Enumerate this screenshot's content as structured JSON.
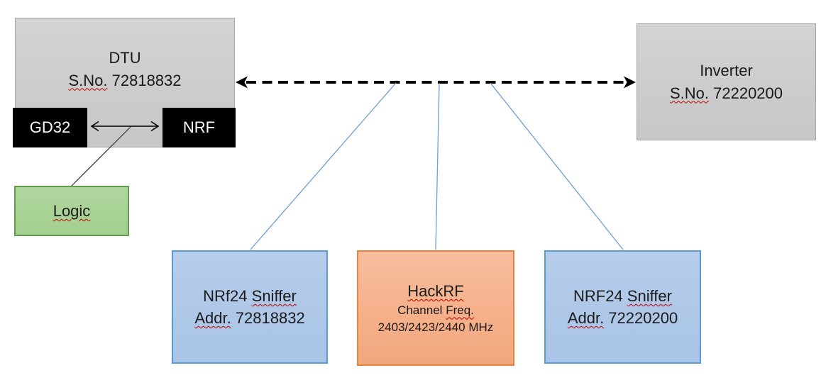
{
  "diagram": {
    "dtu": {
      "name": "DTU",
      "serial_label": "S.No.",
      "serial": " 72818832"
    },
    "gd32": {
      "label": "GD32"
    },
    "nrf": {
      "label": "NRF"
    },
    "logic": {
      "label": "Logic"
    },
    "inverter": {
      "name": "Inverter",
      "serial_label": "S.No.",
      "serial": " 72220200"
    },
    "sniffer1": {
      "name_prefix": "NRf24 ",
      "name_word": "Sniffer",
      "addr_label": "Addr.",
      "addr": " 72818832"
    },
    "hackrf": {
      "title": "HackRF",
      "freq_prefix": "Channel ",
      "freq_label": "Freq.",
      "channels": "2403/2423/2440 MHz"
    },
    "sniffer2": {
      "name_prefix": "NRF24 ",
      "name_word": "Sniffer",
      "addr_label": "Addr.",
      "addr": " 72220200"
    }
  },
  "colors": {
    "gray_fill": "#CDCDCD",
    "gray_border": "#A6A6A6",
    "module_black": "#000000",
    "green_fill": "#ACD397",
    "green_border": "#5E9E4D",
    "blue_fill": "#AFC9E8",
    "blue_border": "#5B9BD5",
    "orange_fill": "#F6B28E",
    "orange_border": "#E8823C",
    "connector_blue": "#6E9FD4",
    "arrow_black": "#000000",
    "squiggle_red": "#C00000"
  }
}
